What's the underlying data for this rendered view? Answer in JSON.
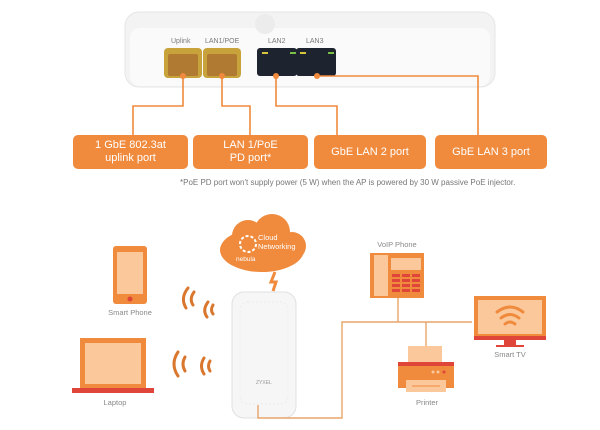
{
  "ports": {
    "labels": [
      "Uplink",
      "LAN1/POE",
      "LAN2",
      "LAN3"
    ]
  },
  "callouts": [
    {
      "text": "1 GbE 802.3at\nuplink port"
    },
    {
      "text": "LAN 1/PoE\nPD port*"
    },
    {
      "text": "GbE LAN 2 port"
    },
    {
      "text": "GbE LAN 3 port"
    }
  ],
  "footnote": "*PoE PD port won't supply power (5 W) when the AP is powered by 30 W passive PoE injector.",
  "cloud": {
    "title_line1": "Cloud",
    "title_line2": "Networking",
    "brand": "nebula"
  },
  "ap": {
    "brand": "ZYXEL"
  },
  "devices": {
    "smart_phone": "Smart Phone",
    "laptop": "Laptop",
    "voip_phone": "VoIP Phone",
    "smart_tv": "Smart TV",
    "printer": "Printer"
  },
  "colors": {
    "accent": "#f08a3c",
    "light": "#fbc89b",
    "red": "#e0453a",
    "line": "#e8a46a"
  }
}
